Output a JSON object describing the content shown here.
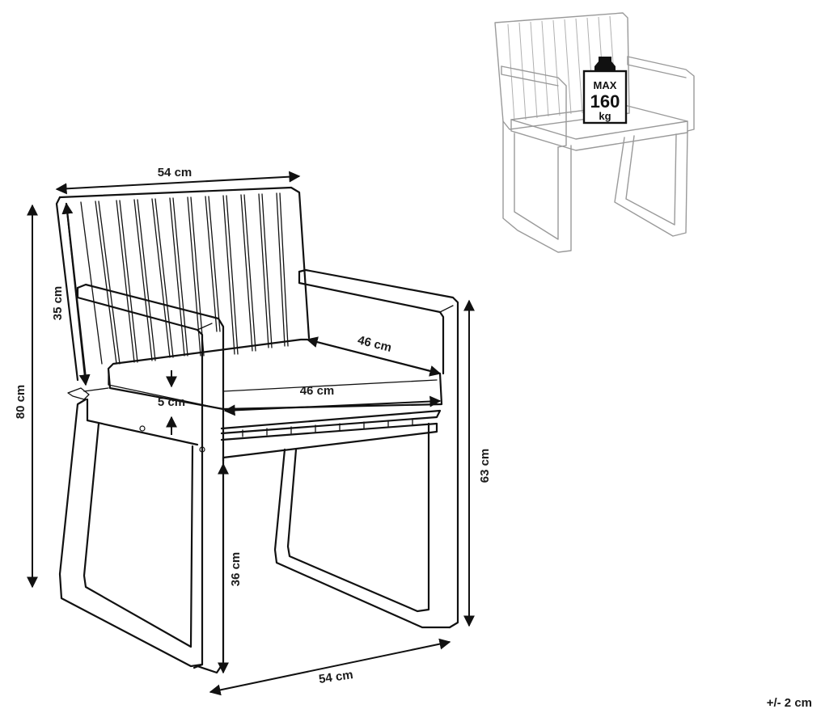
{
  "dimensions": {
    "top_width": "54 cm",
    "backrest_height": "35 cm",
    "total_height": "80 cm",
    "seat_depth": "46 cm",
    "seat_width": "46 cm",
    "cushion_thickness": "5 cm",
    "arm_height": "63 cm",
    "seat_height": "36 cm",
    "base_width": "54 cm"
  },
  "load_badge": {
    "line1": "MAX",
    "line2": "160",
    "line3": "kg"
  },
  "tolerance": "+/- 2 cm"
}
